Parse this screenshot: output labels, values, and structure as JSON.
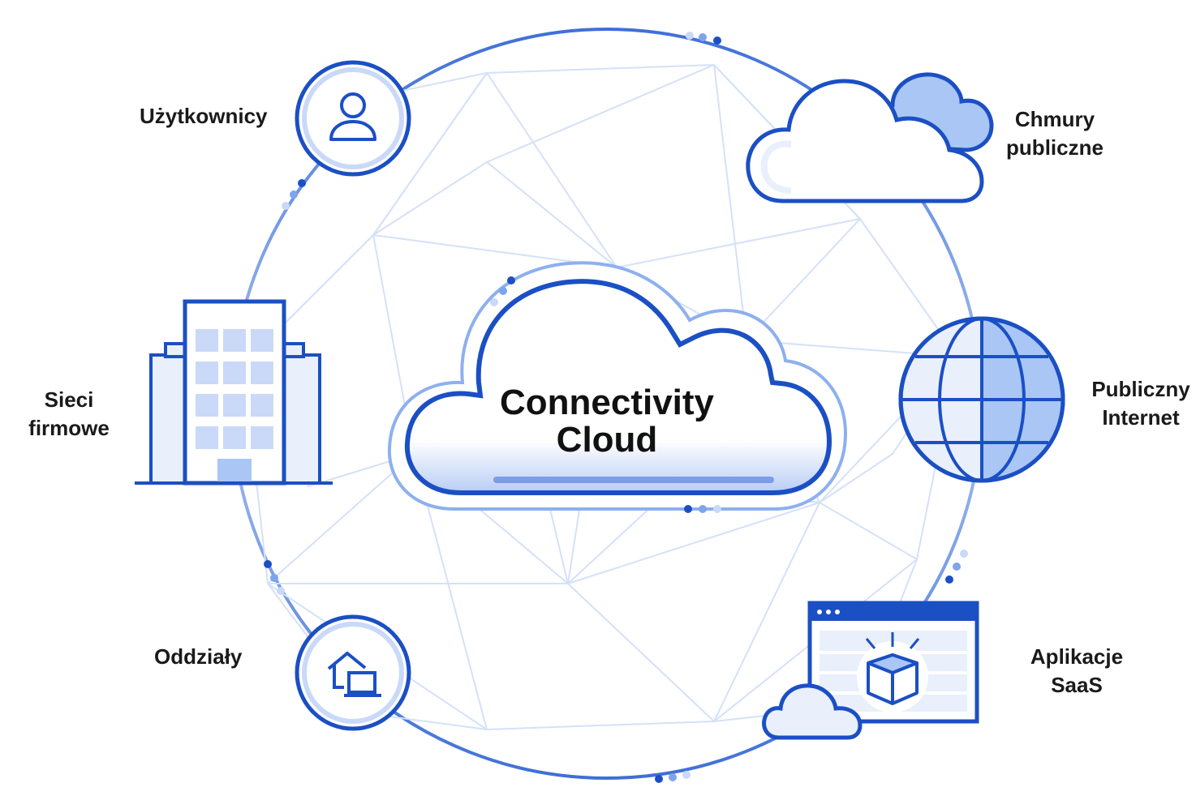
{
  "center": {
    "line1": "Connectivity",
    "line2": "Cloud"
  },
  "nodes": {
    "users": {
      "label": "Użytkownicy",
      "icon": "user-icon"
    },
    "public_clouds": {
      "line1": "Chmury",
      "line2": "publiczne",
      "icon": "cloud-icon"
    },
    "corporate_networks": {
      "line1": "Sieci",
      "line2": "firmowe",
      "icon": "office-building-icon"
    },
    "public_internet": {
      "line1": "Publiczny",
      "line2": "Internet",
      "icon": "globe-icon"
    },
    "branches": {
      "label": "Oddziały",
      "icon": "branch-office-icon"
    },
    "saas_apps": {
      "line1": "Aplikacje",
      "line2": "SaaS",
      "icon": "saas-app-window-icon"
    }
  },
  "colors": {
    "primary": "#1b4fc4",
    "mid": "#7ea4ec",
    "light": "#c9d9f7",
    "fill_light": "#e9f0fc",
    "fill_mid": "#a9c6f5",
    "text": "#1a1a1a"
  }
}
